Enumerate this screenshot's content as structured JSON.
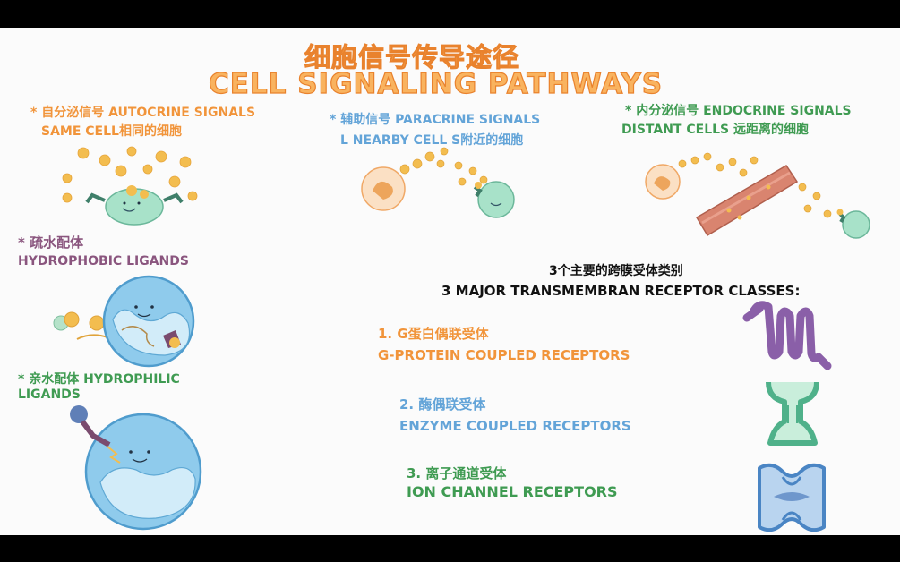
{
  "title": {
    "cn": "细胞信号传导途径",
    "en": "CELL SIGNALING PATHWAYS"
  },
  "signals": {
    "autocrine": {
      "line1": "* 自分泌信号 AUTOCRINE SIGNALS",
      "line2": "SAME CELL相同的细胞"
    },
    "paracrine": {
      "line1": "* 辅助信号 PARACRINE SIGNALS",
      "line2": "L NEARBY CELL S附近的细胞"
    },
    "endocrine": {
      "line1": "* 内分泌信号 ENDOCRINE  SIGNALS",
      "line2": "DISTANT CELLS  远距离的细胞"
    }
  },
  "ligands": {
    "hydrophobic": {
      "cn": "* 疏水配体",
      "en": "HYDROPHOBIC LIGANDS"
    },
    "hydrophilic": {
      "line1": "* 亲水配体 HYDROPHILIC",
      "line2": "LIGANDS"
    }
  },
  "receptors": {
    "heading_cn": "3个主要的跨膜受体类别",
    "heading_en": "3 MAJOR TRANSMEMBRAN RECEPTOR CLASSES:",
    "items": [
      {
        "cn": "1. G蛋白偶联受体",
        "en": "G-PROTEIN COUPLED RECEPTORS"
      },
      {
        "cn": "2. 酶偶联受体",
        "en": "ENZYME COUPLED RECEPTORS"
      },
      {
        "cn": "3. 离子通道受体",
        "en": "ION CHANNEL RECEPTORS"
      }
    ]
  },
  "colors": {
    "orange": "#f1943a",
    "blue": "#63a4d8",
    "green": "#3f9b52",
    "purple": "#8a557e",
    "cell_blue": "#8fcbec",
    "cell_green": "#a8e2c9",
    "ligand_yellow": "#f3bd4f"
  }
}
